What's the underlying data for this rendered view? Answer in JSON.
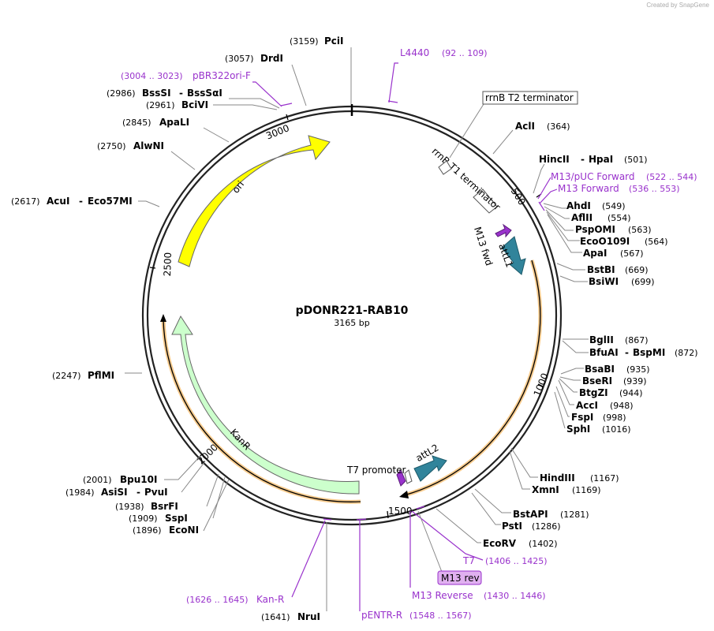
{
  "app": {
    "credit": "Created by SnapGene"
  },
  "plasmid": {
    "name": "pDONR221-RAB10",
    "size_label": "3165 bp"
  },
  "ticks": {
    "t500": "500",
    "t1000": "1000",
    "t1500": "1500",
    "t2000": "2000",
    "t2500": "2500",
    "t3000": "3000"
  },
  "sites": {
    "pcii": {
      "pos": "(3159)",
      "name": "PciI"
    },
    "drdi": {
      "pos": "(3057)",
      "name": "DrdI"
    },
    "bsssi": {
      "pos": "(2986)",
      "name": "BssSI",
      "name2": "BssSαI"
    },
    "bcivi": {
      "pos": "(2961)",
      "name": "BciVI"
    },
    "apali": {
      "pos": "(2845)",
      "name": "ApaLI"
    },
    "alwni": {
      "pos": "(2750)",
      "name": "AlwNI"
    },
    "acui": {
      "pos": "(2617)",
      "name": "AcuI",
      "name2": "Eco57MI"
    },
    "pflmi": {
      "pos": "(2247)",
      "name": "PflMI"
    },
    "bpu10i": {
      "pos": "(2001)",
      "name": "Bpu10I"
    },
    "asisi": {
      "pos": "(1984)",
      "name": "AsiSI",
      "name2": "PvuI"
    },
    "bsrfi": {
      "pos": "(1938)",
      "name": "BsrFI"
    },
    "sspi": {
      "pos": "(1909)",
      "name": "SspI"
    },
    "econi": {
      "pos": "(1896)",
      "name": "EcoNI"
    },
    "nrui": {
      "pos": "(1641)",
      "name": "NruI"
    },
    "acli": {
      "name": "AclI",
      "pos": "(364)"
    },
    "hincii": {
      "name": "HincII",
      "name2": "HpaI",
      "pos": "(501)"
    },
    "ahdi": {
      "name": "AhdI",
      "pos": "(549)"
    },
    "aflii": {
      "name": "AflII",
      "pos": "(554)"
    },
    "pspomi": {
      "name": "PspOMI",
      "pos": "(563)"
    },
    "eco0109i": {
      "name": "EcoO109I",
      "pos": "(564)"
    },
    "apai": {
      "name": "ApaI",
      "pos": "(567)"
    },
    "bstbi": {
      "name": "BstBI",
      "pos": "(669)"
    },
    "bsiwi": {
      "name": "BsiWI",
      "pos": "(699)"
    },
    "bglii": {
      "name": "BglII",
      "pos": "(867)"
    },
    "bfuai": {
      "name": "BfuAI",
      "name2": "BspMI",
      "pos": "(872)"
    },
    "bsabi": {
      "name": "BsaBI",
      "pos": "(935)"
    },
    "bseri": {
      "name": "BseRI",
      "pos": "(939)"
    },
    "btgzi": {
      "name": "BtgZI",
      "pos": "(944)"
    },
    "acci": {
      "name": "AccI",
      "pos": "(948)"
    },
    "fspi": {
      "name": "FspI",
      "pos": "(998)"
    },
    "sphi": {
      "name": "SphI",
      "pos": "(1016)"
    },
    "hindiii": {
      "name": "HindIII",
      "pos": "(1167)"
    },
    "xmni": {
      "name": "XmnI",
      "pos": "(1169)"
    },
    "bstapi": {
      "name": "BstAPI",
      "pos": "(1281)"
    },
    "psti": {
      "name": "PstI",
      "pos": "(1286)"
    },
    "ecorv": {
      "name": "EcoRV",
      "pos": "(1402)"
    }
  },
  "primers": {
    "l4440": {
      "name": "L4440",
      "pos": "(92 .. 109)"
    },
    "pbr322": {
      "pos": "(3004 .. 3023)",
      "name": "pBR322ori-F"
    },
    "m13puc": {
      "name": "M13/pUC Forward",
      "pos": "(522 .. 544)"
    },
    "m13fwd": {
      "name": "M13 Forward",
      "pos": "(536 .. 553)"
    },
    "t7": {
      "name": "T7",
      "pos": "(1406 .. 1425)"
    },
    "m13rev_box": "M13 rev",
    "m13reverse": {
      "name": "M13 Reverse",
      "pos": "(1430 .. 1446)"
    },
    "kanr": {
      "pos": "(1626 .. 1645)",
      "name": "Kan-R"
    },
    "pentr": {
      "name": "pENTR-R",
      "pos": "(1548 .. 1567)"
    }
  },
  "features": {
    "rrnb_t2": "rrnB T2 terminator",
    "rrnb_t1": "rrnB T1 terminator",
    "m13fwd": "M13 fwd",
    "attl1": "attL1",
    "attl2": "attL2",
    "t7prom": "T7 promoter",
    "ori": "ori",
    "kanr": "KanR"
  },
  "colors": {
    "ori": "#FFFF00",
    "kanr": "#CCFFCC",
    "attl": "#31849B",
    "primer": "#9932CC",
    "orange_outline": "#F0A030"
  }
}
